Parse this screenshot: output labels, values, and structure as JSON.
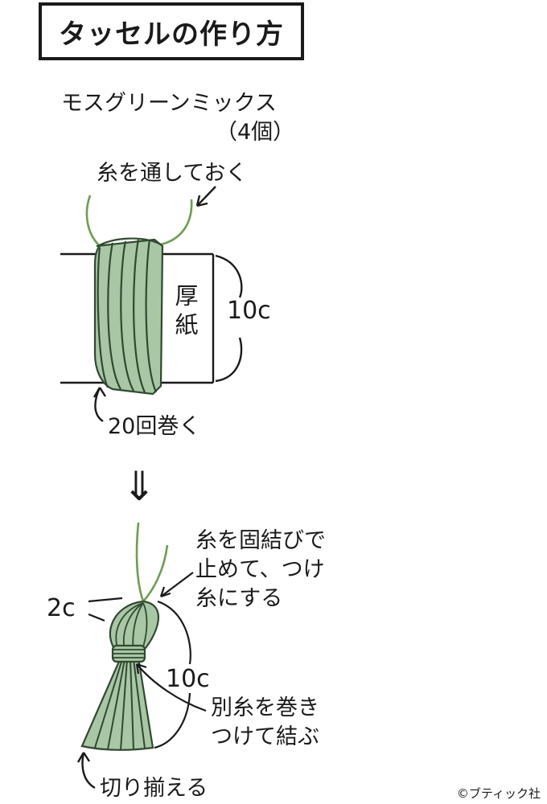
{
  "title": "タッセルの作り方",
  "material": "モスグリーンミックス",
  "material_count": "（4個）",
  "labels": {
    "thread_through": "糸を通しておく",
    "cardboard_line1": "厚",
    "cardboard_line2": "紙",
    "length_10c_top": "10c",
    "wind_20": "20回巻く",
    "arrow_down": "⇓",
    "tie_line1": "糸を固結びで",
    "tie_line2": "止めて、つけ",
    "tie_line3": "糸にする",
    "width_2c": "2c",
    "length_10c_bottom": "10c",
    "wrap_line1": "別糸を巻き",
    "wrap_line2": "つけて結ぶ",
    "trim": "切り揃える"
  },
  "copyright": "©ブティック社",
  "colors": {
    "yarn_fill": "#a9c7a4",
    "yarn_stroke": "#2f4a2f",
    "yarn_thread": "#6aa04c",
    "ink": "#1a1a1a"
  }
}
